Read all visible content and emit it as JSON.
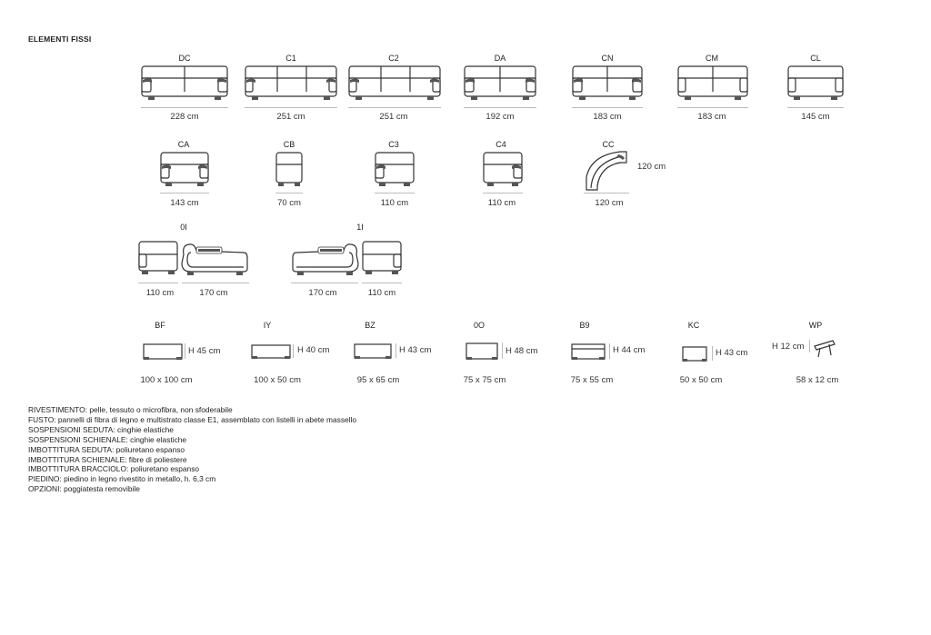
{
  "section_title": "ELEMENTI FISSI",
  "row1": [
    {
      "code": "DC",
      "dim": "228 cm"
    },
    {
      "code": "C1",
      "dim": "251 cm"
    },
    {
      "code": "C2",
      "dim": "251 cm"
    },
    {
      "code": "DA",
      "dim": "192 cm"
    },
    {
      "code": "CN",
      "dim": "183 cm"
    },
    {
      "code": "CM",
      "dim": "183 cm"
    },
    {
      "code": "CL",
      "dim": "145 cm"
    }
  ],
  "row2": [
    {
      "code": "CA",
      "dim": "143 cm"
    },
    {
      "code": "CB",
      "dim": "70 cm"
    },
    {
      "code": "C3",
      "dim": "110 cm"
    },
    {
      "code": "C4",
      "dim": "110 cm"
    },
    {
      "code": "CC",
      "dim": "120 cm",
      "dim_side": "120 cm"
    }
  ],
  "row3": [
    {
      "code": "0I",
      "dim_a": "110 cm",
      "dim_b": "170 cm"
    },
    {
      "code": "1I",
      "dim_a": "170 cm",
      "dim_b": "110 cm"
    }
  ],
  "row4": [
    {
      "code": "BF",
      "height": "H 45 cm",
      "dim": "100 x 100 cm"
    },
    {
      "code": "IY",
      "height": "H 40 cm",
      "dim": "100 x 50 cm"
    },
    {
      "code": "BZ",
      "height": "H 43 cm",
      "dim": "95 x 65 cm"
    },
    {
      "code": "0O",
      "height": "H 48 cm",
      "dim": "75 x 75 cm"
    },
    {
      "code": "B9",
      "height": "H 44 cm",
      "dim": "75 x 55 cm"
    },
    {
      "code": "KC",
      "height": "H 43 cm",
      "dim": "50 x 50 cm"
    },
    {
      "code": "WP",
      "height": "H 12 cm",
      "dim": "58 x 12 cm"
    }
  ],
  "specs": [
    {
      "key": "RIVESTIMENTO:",
      "value": " pelle, tessuto o microfibra, non sfoderabile"
    },
    {
      "key": "FUSTO:",
      "value": " pannelli di fibra di legno e multistrato classe E1, assemblato con listelli in abete massello"
    },
    {
      "key": "SOSPENSIONI SEDUTA:",
      "value": " cinghie elastiche"
    },
    {
      "key": "SOSPENSIONI SCHIENALE:",
      "value": " cinghie elastiche"
    },
    {
      "key": "IMBOTTITURA SEDUTA:",
      "value": " poliuretano espanso"
    },
    {
      "key": "IMBOTTITURA SCHIENALE:",
      "value": " fibre di poliestere"
    },
    {
      "key": "IMBOTTITURA BRACCIOLO:",
      "value": " poliuretano espanso"
    },
    {
      "key": "PIEDINO:",
      "value": " piedino in legno rivestito in metallo, h. 6,3 cm"
    },
    {
      "key": "OPZIONI:",
      "value": " poggiatesta removibile"
    }
  ]
}
